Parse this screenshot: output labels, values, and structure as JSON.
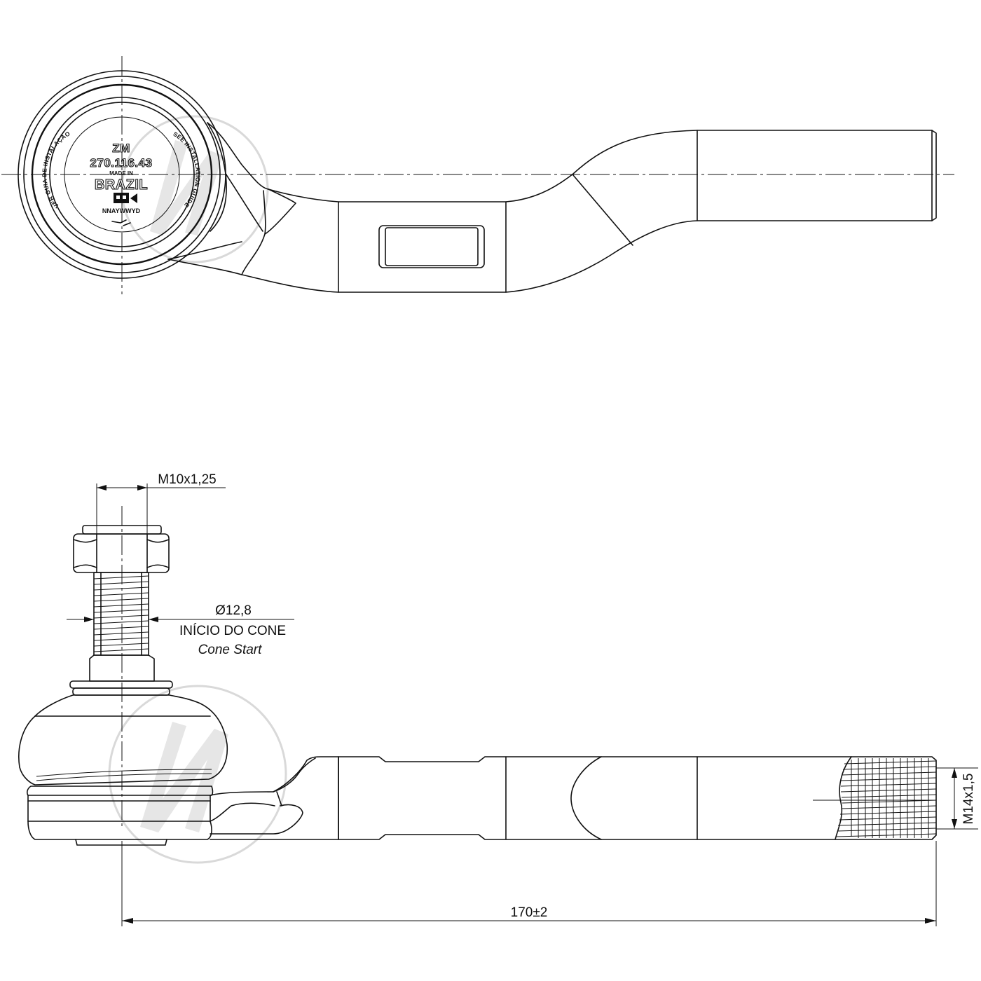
{
  "stamp": {
    "brand": "ZM",
    "part_number": "270.116.43",
    "made_in": "MADE IN",
    "country": "BRAZIL",
    "date_code": "NNAYWWYD",
    "arc_left": "VER GUIA DE INSTALAÇÃO",
    "arc_right": "SEE INSTALLATION GUIDE"
  },
  "dimensions": {
    "stud_thread": "M10x1,25",
    "cone_diameter": "Ø12,8",
    "cone_start_pt": "INÍCIO DO CONE",
    "cone_start_en": "Cone Start",
    "rod_thread": "M14x1,5",
    "overall_length": "170±2"
  }
}
